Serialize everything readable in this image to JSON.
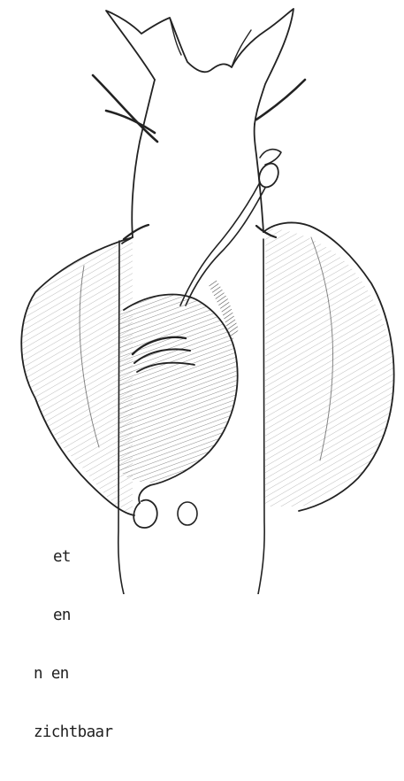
{
  "caption": {
    "lines": [
      "et",
      "en",
      "n en",
      "zichtbaar"
    ]
  },
  "colors": {
    "ink": "#222222",
    "paper": "#ffffff",
    "hatch": "#555555"
  }
}
